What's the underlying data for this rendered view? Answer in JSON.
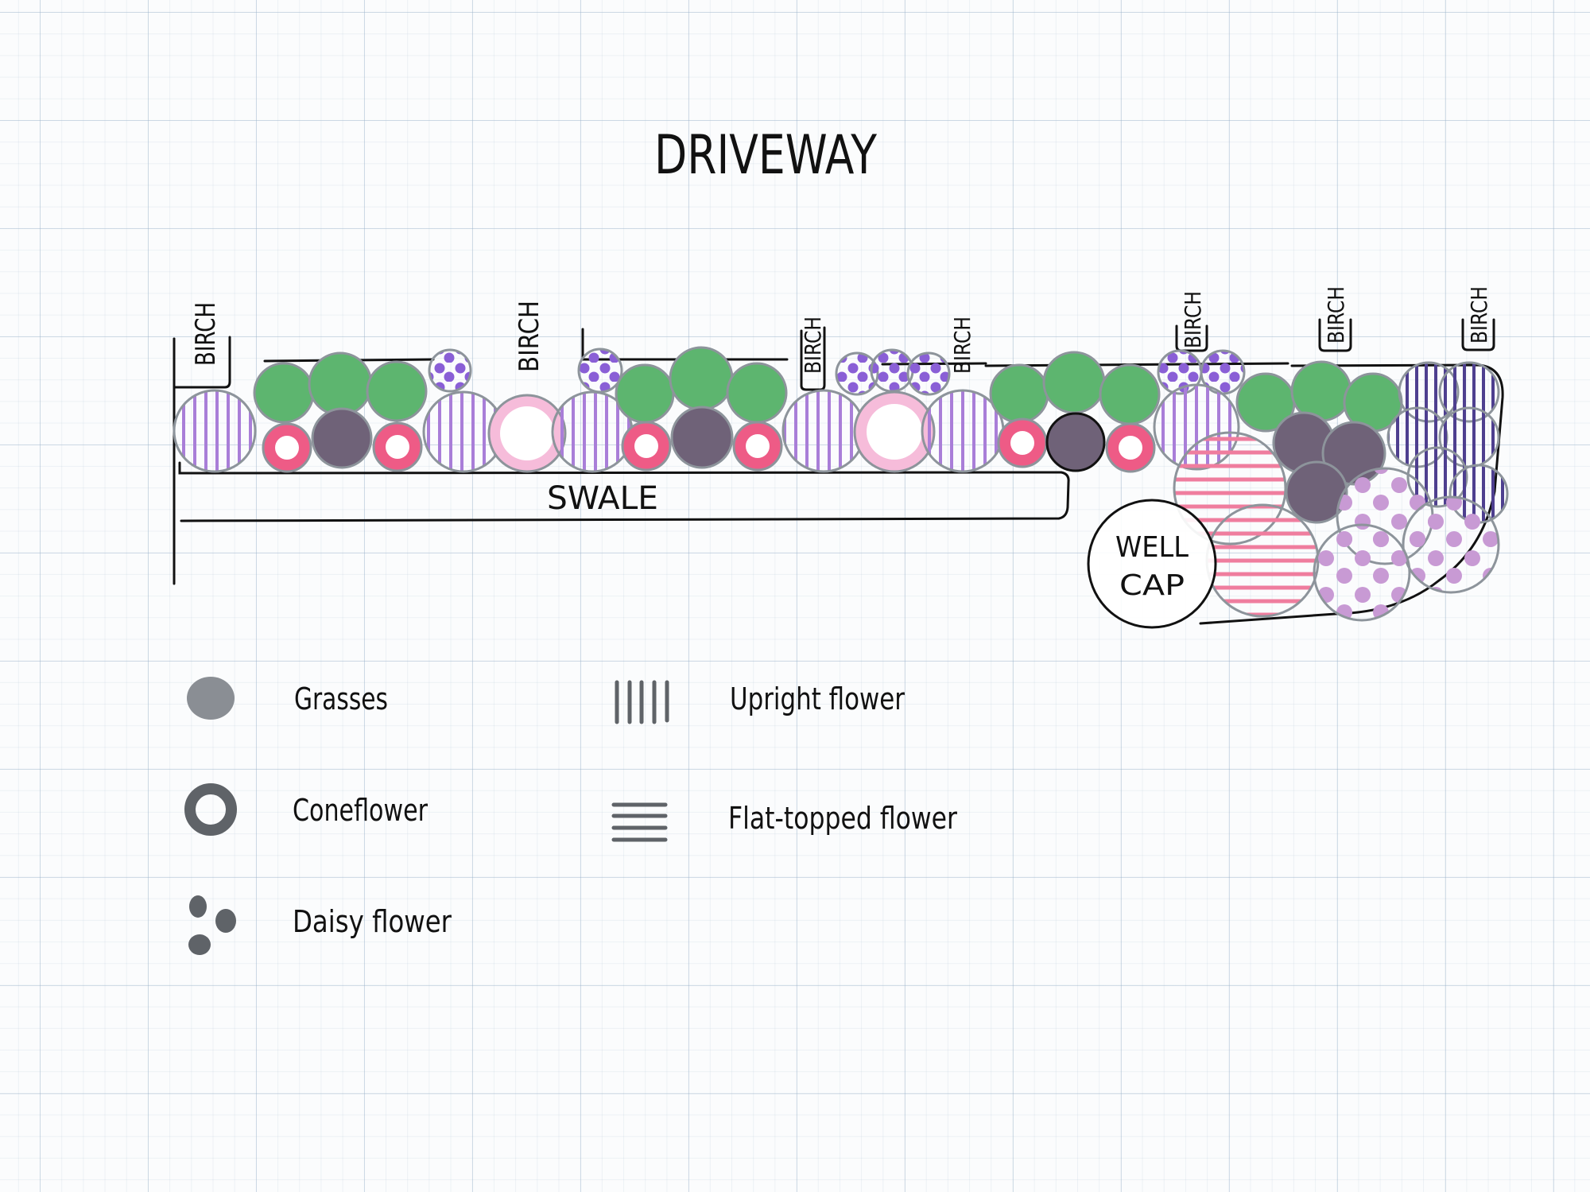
{
  "title": "DRIVEWAY",
  "labels": {
    "birch": "BIRCH",
    "swale": "SWALE",
    "well_line1": "WELL",
    "well_line2": "CAP"
  },
  "legend": [
    {
      "key": "grasses",
      "label": "Grasses",
      "icon": "grass-icon"
    },
    {
      "key": "coneflower",
      "label": "Coneflower",
      "icon": "coneflower-icon"
    },
    {
      "key": "daisy",
      "label": "Daisy flower",
      "icon": "daisy-icon"
    },
    {
      "key": "upright",
      "label": "Upright flower",
      "icon": "upright-flower-icon"
    },
    {
      "key": "flat",
      "label": "Flat-topped flower",
      "icon": "flat-topped-flower-icon"
    }
  ],
  "colors": {
    "green": "#5db56f",
    "dark_purple": "#6f6278",
    "coneflower_pink": "#ee5b86",
    "daisy_purple": "#8a5fd6",
    "upright_lavender": "#a97ed8",
    "light_pink_ring": "#f6bcda",
    "navy_upright": "#4e3f8f",
    "flat_pink": "#ef7d9e",
    "daisy_lilac": "#c89ad4",
    "outline": "#8d949b",
    "ink": "#111111",
    "legend_gray": "#5f6368"
  }
}
